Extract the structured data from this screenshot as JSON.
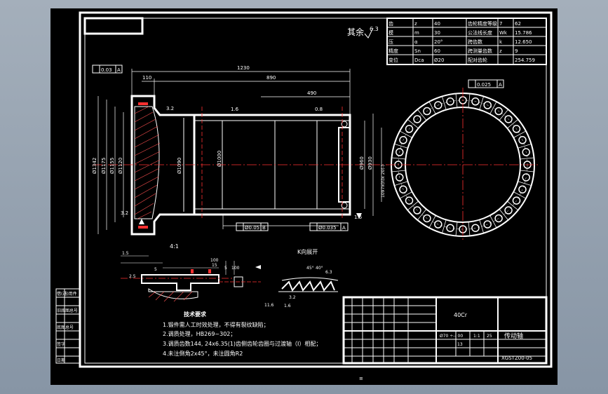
{
  "title_block": {
    "part_name": "传动轴",
    "drawing_no": "XGSTZ00-05",
    "material": "40Cr",
    "rows": [
      "Ø70 ÷-- 00",
      "1:1",
      "25",
      "13"
    ]
  },
  "roughness_note": {
    "text": "其余",
    "value": "6.3"
  },
  "technical_requirements": {
    "heading": "技术要求",
    "items": [
      "1.锻件需人工时效处理，不得有裂纹缺陷；",
      "2.调质处理，HB269~302；",
      "3.调质齿数144, 24x6.35(1)齿侧齿轮齿圈与过渡轴（I）相配；",
      "4.未注倒角2x45°，未注圆角R2"
    ]
  },
  "dimensions": {
    "total_length": "1230",
    "length_890": "890",
    "length_490": "490",
    "length_110": "110",
    "dia_1342": "Ø1342",
    "dia_1175": "Ø1175",
    "dia_1155": "Ø1155",
    "dia_1120": "Ø1120",
    "dia_1090": "Ø1090",
    "dia_1000": "Ø1000",
    "dia_960": "Ø960",
    "dia_930": "Ø930",
    "spline": "1097x(n)x 20(-)",
    "tol_1": "0.03",
    "tol_2": "0.025",
    "tol_3": "Ø0.05",
    "tol_4": "Ø0.035",
    "rough_32": "3.2",
    "rough_16": "1.6",
    "rough_08": "0.8",
    "datum_a": "A",
    "datum_b": "B"
  },
  "detail_views": {
    "scale_label": "4:1",
    "view_label": "K向展开",
    "dims": [
      "1.5",
      "5",
      "100",
      "2.5",
      "15",
      "5",
      "100",
      "45°",
      "40°",
      "6.3",
      "3.2",
      "11.6",
      "1.6"
    ]
  },
  "spec_table": {
    "rows": [
      [
        "齿",
        "z",
        "40",
        "齿轮精度等级",
        "7",
        "62"
      ],
      [
        "模",
        "m",
        "30",
        "公法线长度",
        "Wk",
        "15.786"
      ],
      [
        "压",
        "α",
        "20°",
        "跨齿数",
        "k",
        "12.650"
      ],
      [
        "精度",
        "Sn",
        "60",
        "跨测量齿数",
        "z",
        "9"
      ],
      [
        "变位",
        "Dca",
        "Ø20",
        "配对齿轮",
        "",
        "254.759"
      ]
    ]
  },
  "left_strip": {
    "labels": [
      "借(通)用件",
      "",
      "旧底图总号",
      "",
      "底图总号",
      "",
      "签字",
      "",
      "日期"
    ]
  },
  "footer_mark": "≡"
}
